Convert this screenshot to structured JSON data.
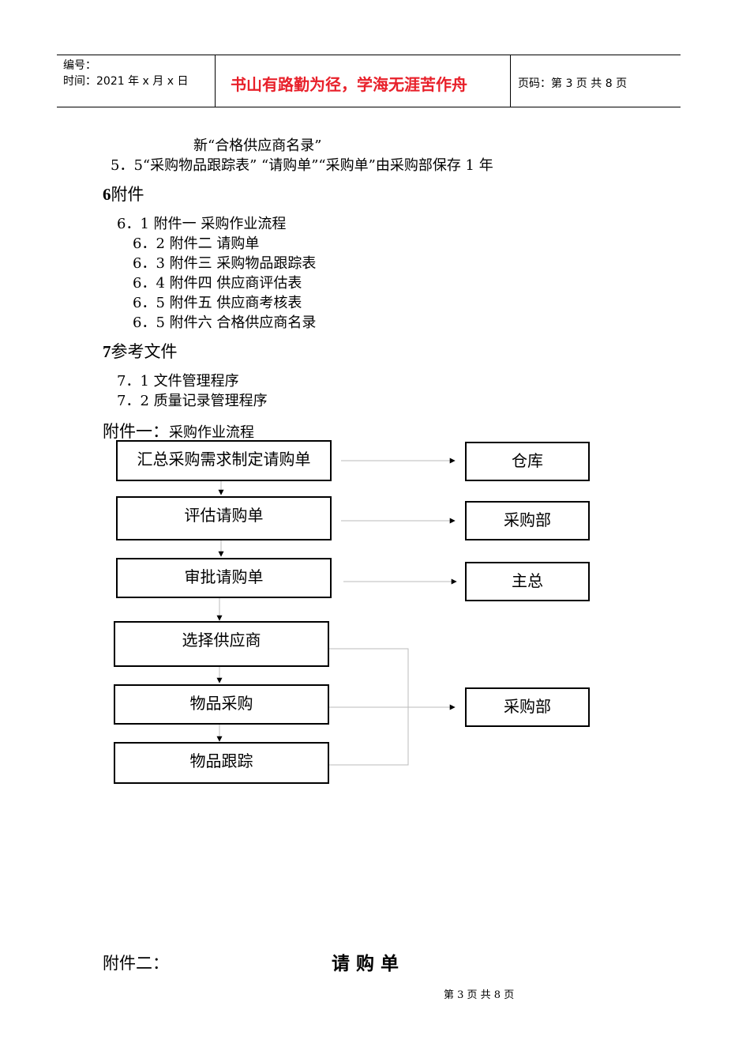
{
  "header": {
    "code_label": "编号：",
    "time_label": "时间：2021 年 x 月 x 日",
    "motto": "书山有路勤为径，学海无涯苦作舟",
    "page_info": "页码：第 3 页  共 8 页"
  },
  "body": {
    "line_cont": "新“合格供应商名录”",
    "line_5_5": "5．5“采购物品跟踪表”  “请购单”“采购单”由采购部保存 1 年",
    "sec6": {
      "num": "6",
      "title": "附件"
    },
    "sec6_items": [
      "6．1 附件一    采购作业流程",
      "6．2 附件二    请购单",
      "6．3 附件三    采购物品跟踪表",
      "6．4 附件四    供应商评估表",
      "6．5 附件五    供应商考核表",
      "6．5 附件六    合格供应商名录"
    ],
    "sec7": {
      "num": "7",
      "title": "参考文件"
    },
    "sec7_items": [
      "7．1 文件管理程序",
      "7．2 质量记录管理程序"
    ],
    "appendix1_prefix": "附件一：",
    "appendix1_title": "采购作业流程"
  },
  "flowchart": {
    "steps": [
      "汇总采购需求制定请购单",
      "评估请购单",
      "审批请购单",
      "选择供应商",
      "物品采购",
      "物品跟踪"
    ],
    "targets": [
      "仓库",
      "采购部",
      "主总",
      "采购部"
    ]
  },
  "appendix2": {
    "label": "附件二：",
    "title": "请 购 单"
  },
  "footer": "第 3 页 共 8 页"
}
